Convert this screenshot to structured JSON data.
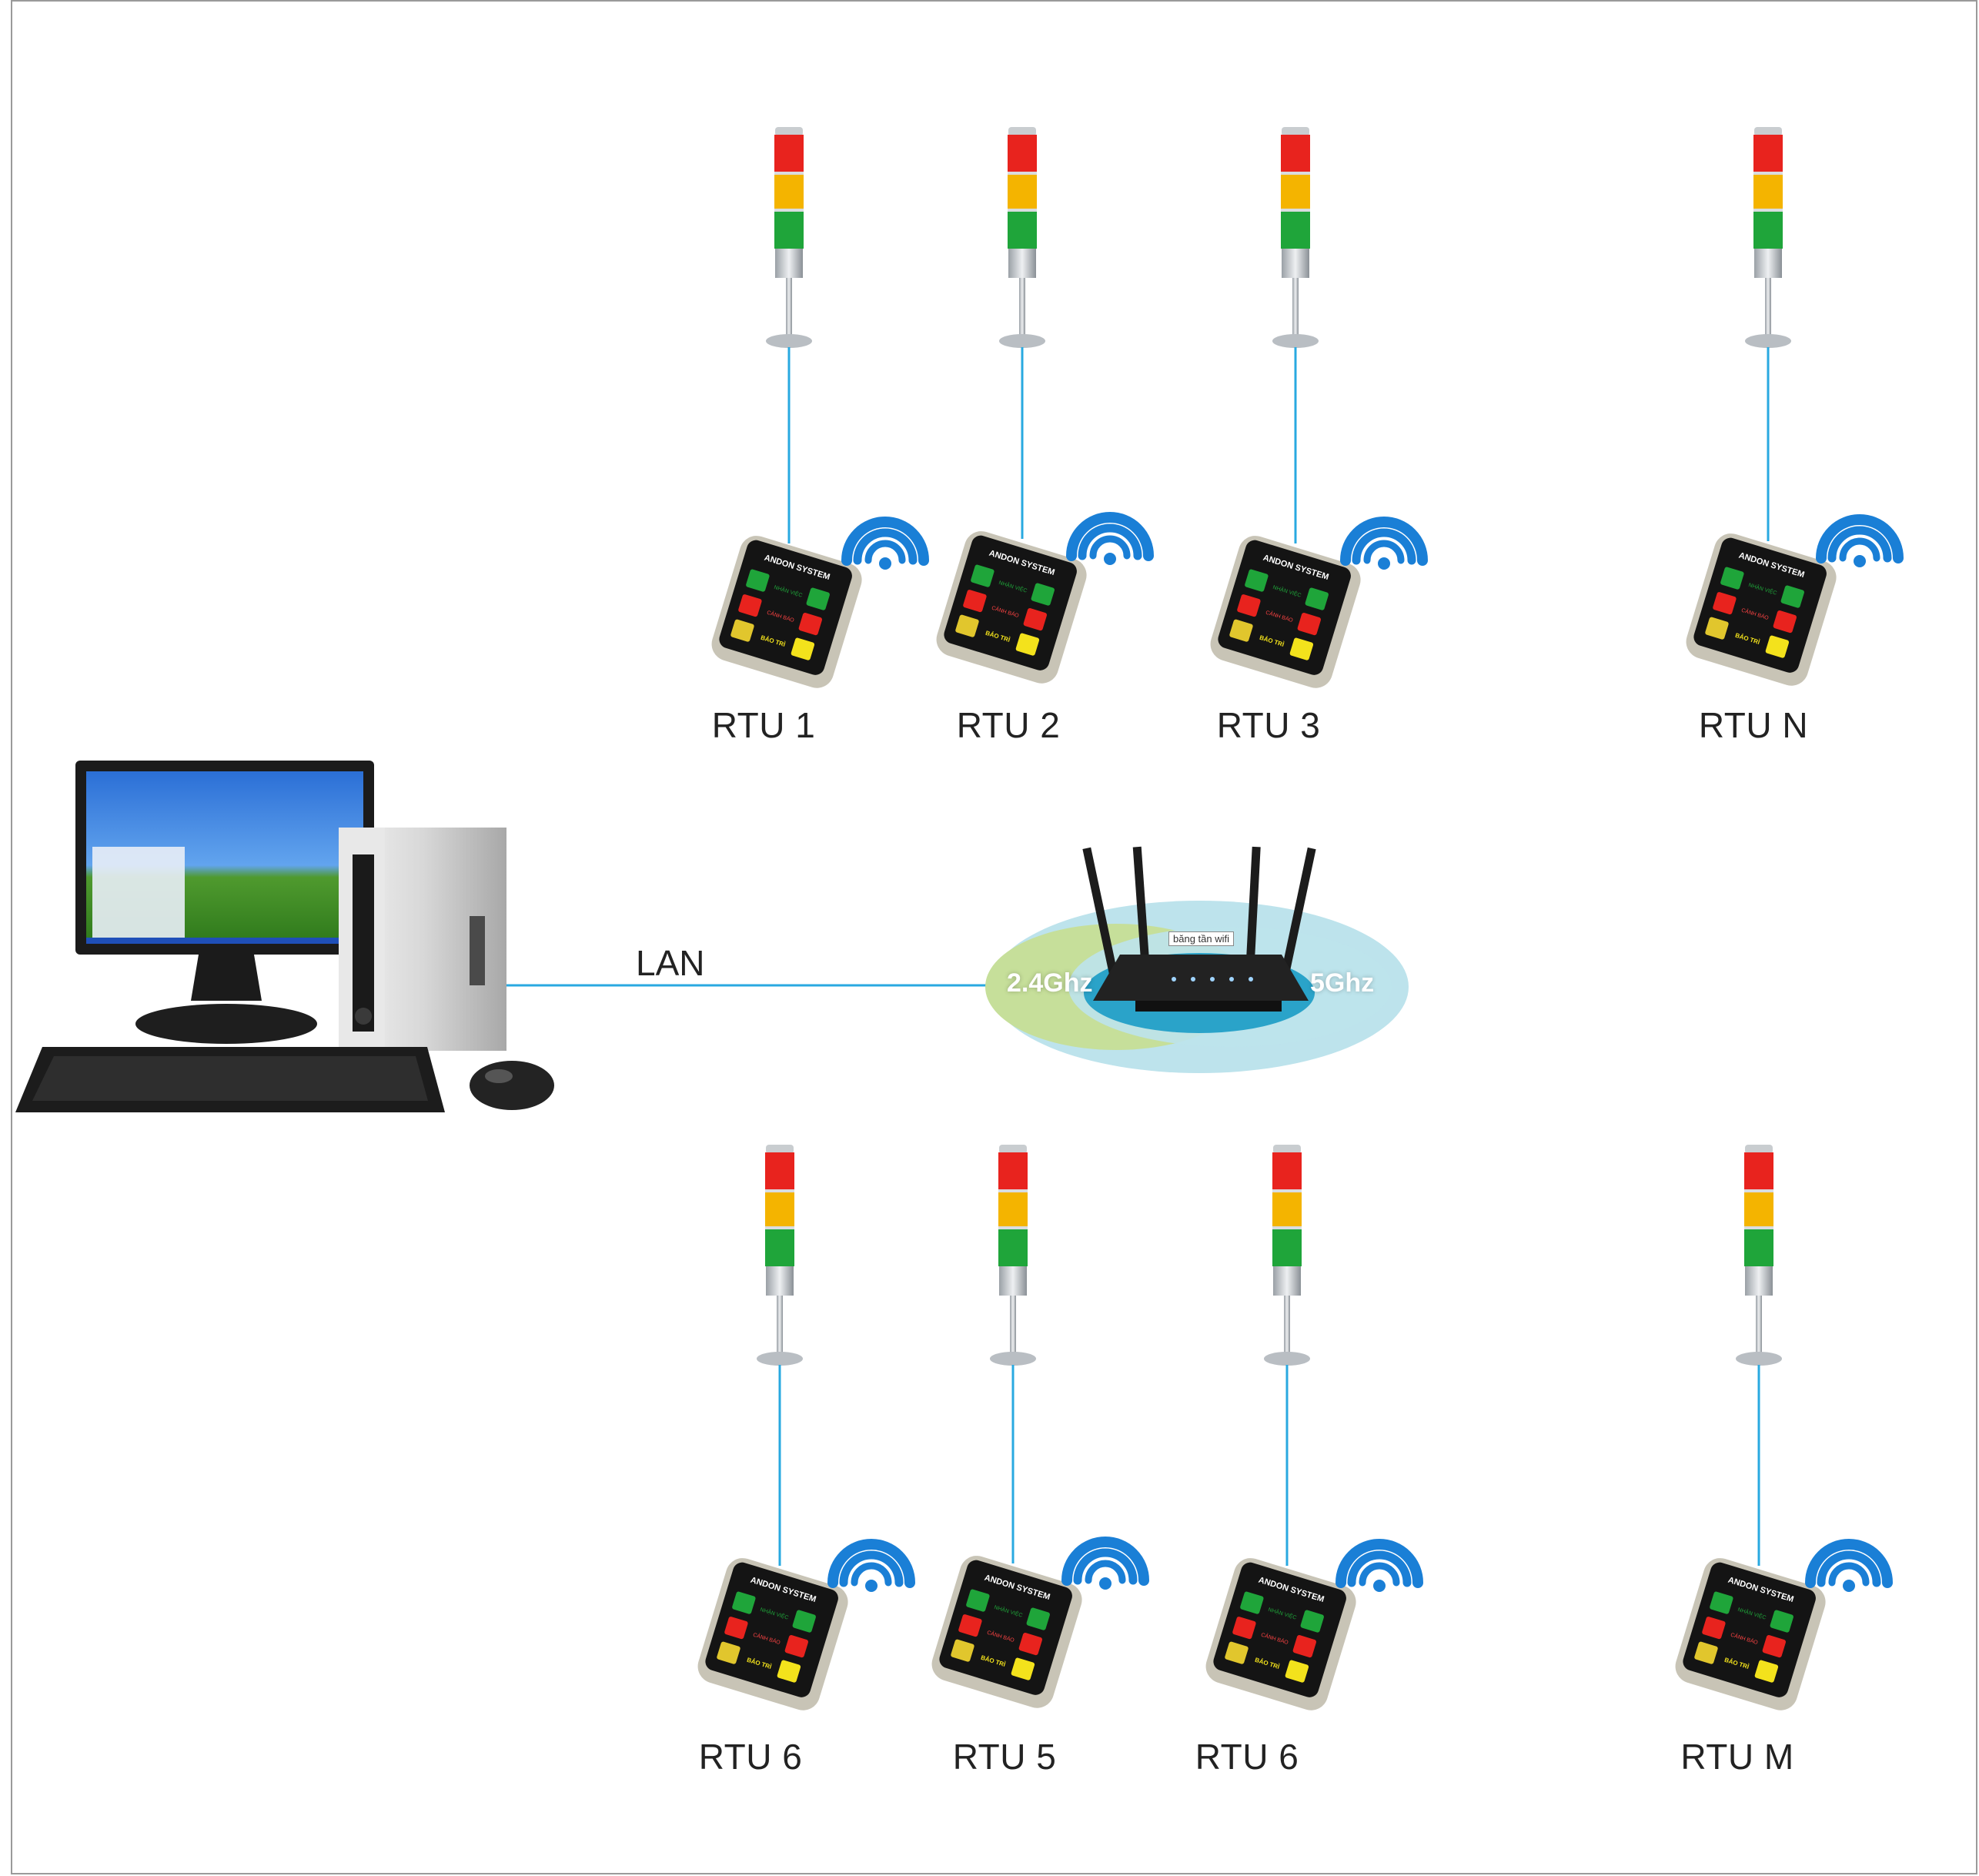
{
  "links": {
    "lan_label": "LAN"
  },
  "router": {
    "band_tag": "băng tần wifi",
    "band_24": "2.4Ghz",
    "band_5": "5Ghz"
  },
  "device": {
    "brand": "ANDON SYSTEM",
    "btn_red_label": "CẢNH BÁO",
    "btn_yellow_label": "BẢO TRÌ",
    "btn_green_label": "NHẬN VIỆC"
  },
  "nodes_top": [
    {
      "label": "RTU 1"
    },
    {
      "label": "RTU 2"
    },
    {
      "label": "RTU 3"
    },
    {
      "label": "RTU N"
    }
  ],
  "nodes_bottom": [
    {
      "label": "RTU 6"
    },
    {
      "label": "RTU 5"
    },
    {
      "label": "RTU 6"
    },
    {
      "label": "RTU M"
    }
  ],
  "colors": {
    "link": "#29a9e0",
    "lamp_red": "#e8231e",
    "lamp_yellow": "#f4b400",
    "lamp_green": "#1fa53a",
    "wifi": "#1a7fd6",
    "zone_outer": "#bde3ec",
    "zone_green": "#c6df9a",
    "zone_inner": "#2aa3c9"
  }
}
